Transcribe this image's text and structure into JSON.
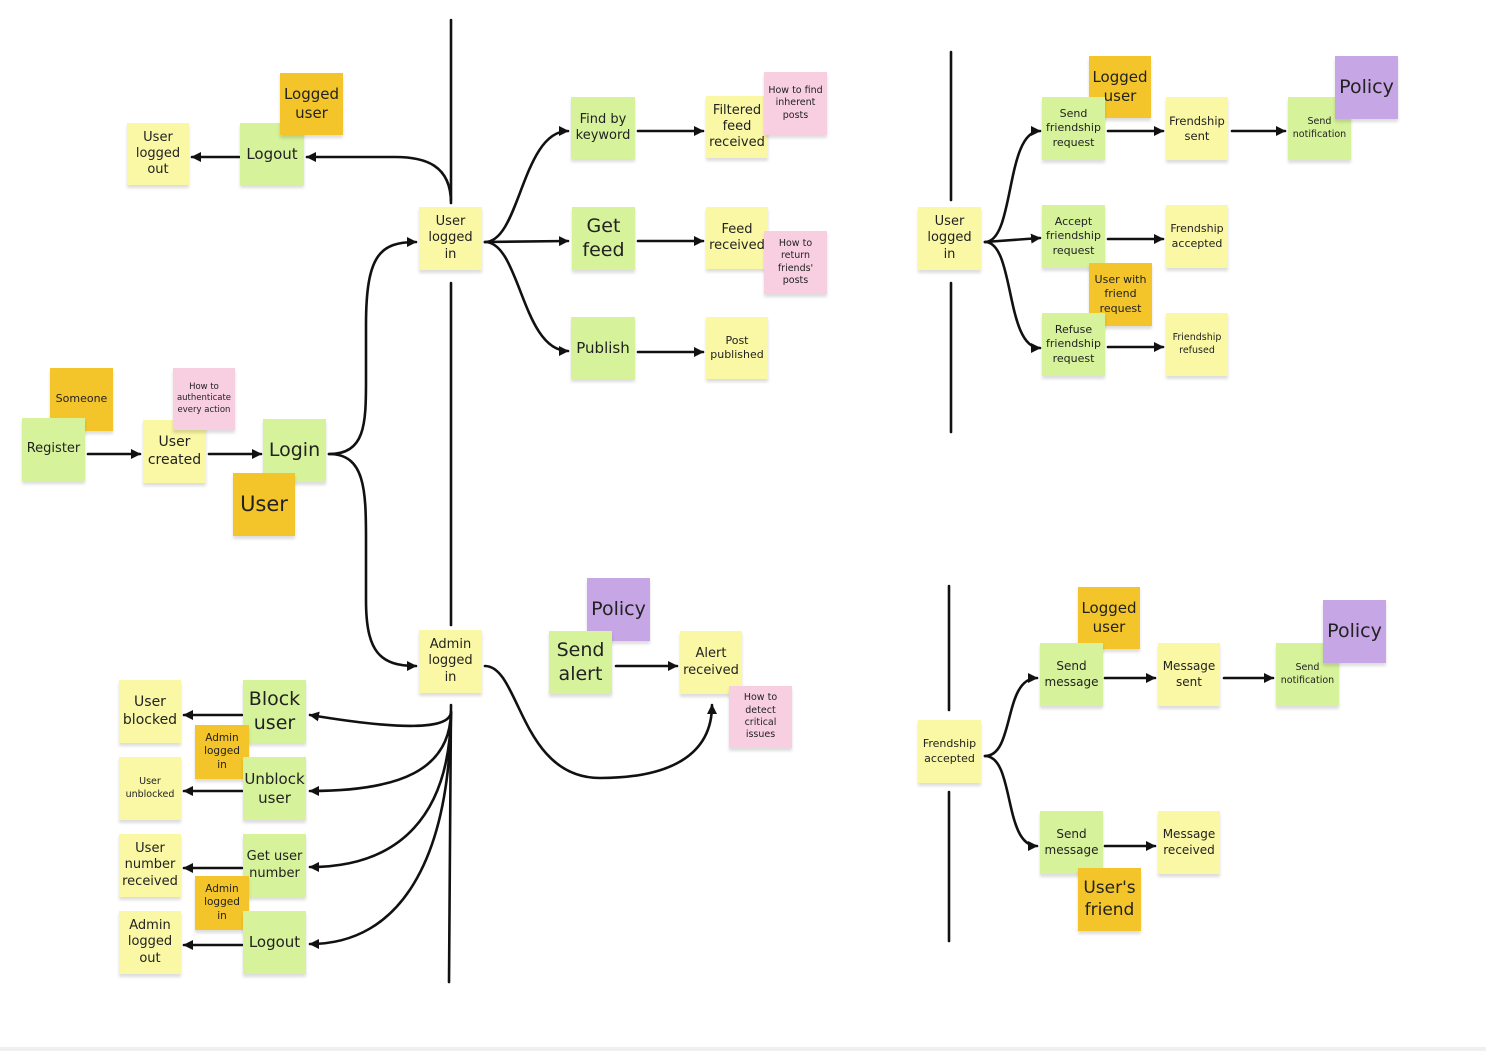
{
  "colors": {
    "event": "#fbf8a5",
    "command": "#d6f29a",
    "actor": "#f4c52a",
    "question": "#f8cfe0",
    "policy": "#c7a6e6",
    "line": "#111111"
  },
  "notes": {
    "logged_user_1": "Logged\nuser",
    "user_logged_out": "User\nlogged\nout",
    "logout_1": "Logout",
    "user_logged_in_main": "User\nlogged\nin",
    "find_by_keyword": "Find by\nkeyword",
    "filtered_feed_received": "Filtered\nfeed\nreceived",
    "how_to_find_inherent_posts": "How to find\ninherent\nposts",
    "get_feed": "Get\nfeed",
    "feed_received": "Feed\nreceived",
    "how_to_return_friends_posts": "How to\nreturn\nfriends'\nposts",
    "publish": "Publish",
    "post_published": "Post\npublished",
    "someone": "Someone",
    "how_to_authenticate": "How to\nauthenticate\nevery action",
    "register": "Register",
    "user_created": "User\ncreated",
    "login": "Login",
    "user": "User",
    "policy_alert": "Policy",
    "send_alert": "Send\nalert",
    "alert_received": "Alert\nreceived",
    "how_to_detect_critical_issues": "How to\ndetect\ncritical\nissues",
    "admin_logged_in": "Admin\nlogged\nin",
    "user_blocked": "User\nblocked",
    "block_user": "Block\nuser",
    "admin_logged_in_1": "Admin\nlogged\nin",
    "user_unblocked": "User\nunblocked",
    "unblock_user": "Unblock\nuser",
    "user_number_received": "User\nnumber\nreceived",
    "get_user_number": "Get user\nnumber",
    "admin_logged_in_2": "Admin\nlogged\nin",
    "admin_logged_out": "Admin\nlogged\nout",
    "logout_2": "Logout",
    "logged_user_2": "Logged\nuser",
    "policy_friend": "Policy",
    "send_friendship_request": "Send\nfriendship\nrequest",
    "frendship_sent": "Frendship\nsent",
    "send_notification_1": "Send\nnotification",
    "user_logged_in_right": "User\nlogged\nin",
    "accept_friendship_request": "Accept\nfriendship\nrequest",
    "frendship_accepted_1": "Frendship\naccepted",
    "user_with_friend_request": "User with\nfriend\nrequest",
    "refuse_friendship_request": "Refuse\nfriendship\nrequest",
    "friendship_refused": "Friendship\nrefused",
    "logged_user_3": "Logged\nuser",
    "policy_message": "Policy",
    "send_message_1": "Send\nmessage",
    "message_sent": "Message\nsent",
    "send_notification_2": "Send\nnotification",
    "frendship_accepted_2": "Frendship\naccepted",
    "send_message_2": "Send\nmessage",
    "message_received": "Message\nreceived",
    "users_friend": "User's\nfriend"
  }
}
